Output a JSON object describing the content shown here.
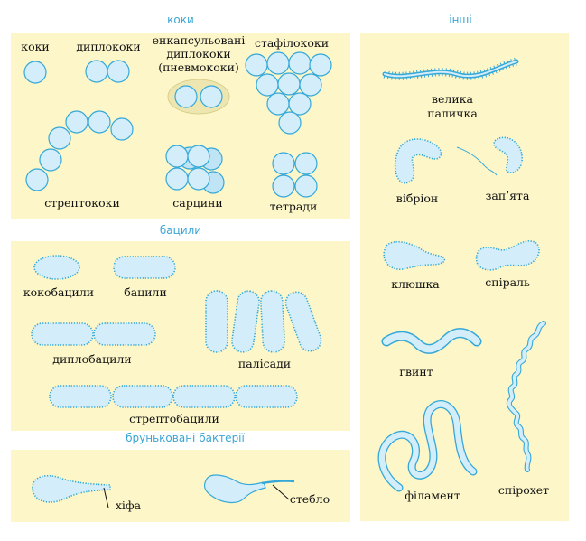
{
  "sections": {
    "cocci": "коки",
    "bacilli": "бацили",
    "budding": "бруньковані бактерії",
    "others": "інші"
  },
  "labels": {
    "cocci": "коки",
    "diplococci": "диплококи",
    "encapsulated_1": "енкапсульовані",
    "encapsulated_2": "диплококи",
    "encapsulated_3": "(пневмококи)",
    "staphylococci": "стафілококи",
    "streptococci": "стрептококи",
    "sarcina": "сарцини",
    "tetrads": "тетради",
    "coccobacilli": "кокобацили",
    "bacilli": "бацили",
    "diplobacilli": "диплобацили",
    "palisades": "палісади",
    "streptobacilli": "стрептобацили",
    "hypha": "хіфа",
    "stalk": "стебло",
    "large_rod_1": "велика",
    "large_rod_2": "паличка",
    "vibrio": "вібріон",
    "comma": "зап’ята",
    "club": "клюшка",
    "spiral": "спіраль",
    "screw": "гвинт",
    "filament": "філамент",
    "spirochete": "спірохет"
  },
  "colors": {
    "panel": "#fcf6c8",
    "cell_fill": "#d3eefa",
    "cell_stroke": "#35a8d8",
    "header_text": "#3ba6d6",
    "capsule": "#ede6b0"
  }
}
